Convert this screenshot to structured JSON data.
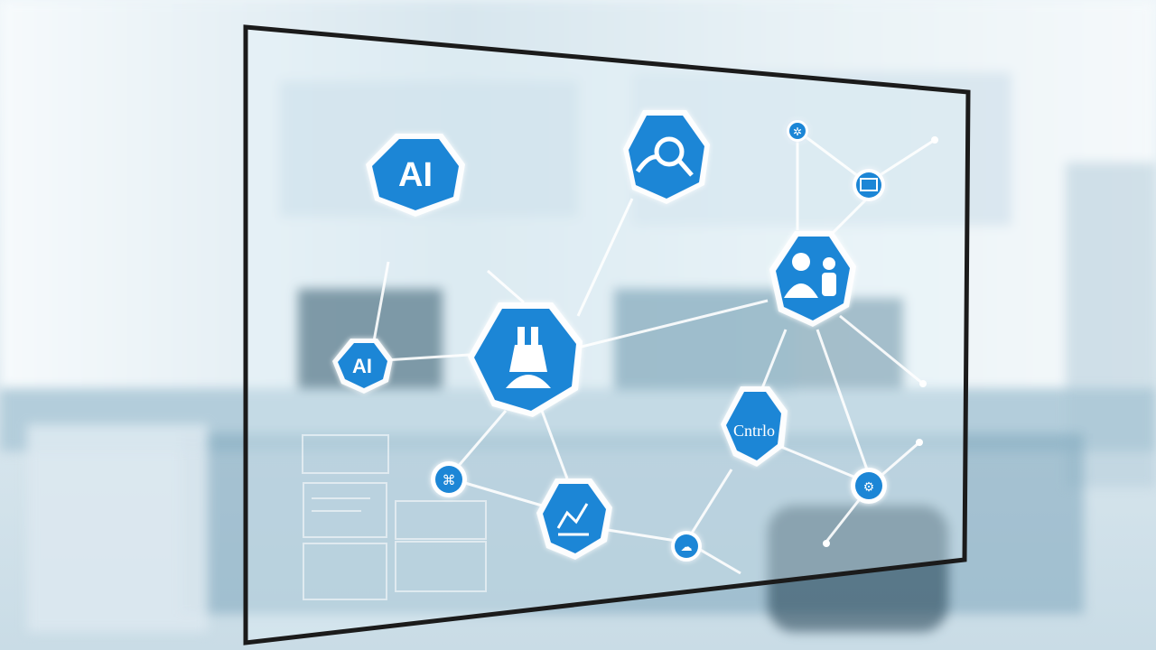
{
  "scene": {
    "description_colors": {
      "accent": "#1f86d6",
      "frame": "#1a1a1a",
      "line": "#ffffff"
    }
  },
  "nodes": {
    "ai_top_label": "AI",
    "ai_small_label": "AI",
    "contro_label": "Cntrlo"
  },
  "icons": [
    "search-icon",
    "robot-icon",
    "users-icon",
    "settings-icon",
    "chart-icon",
    "cloud-icon",
    "brain-icon",
    "code-icon"
  ]
}
